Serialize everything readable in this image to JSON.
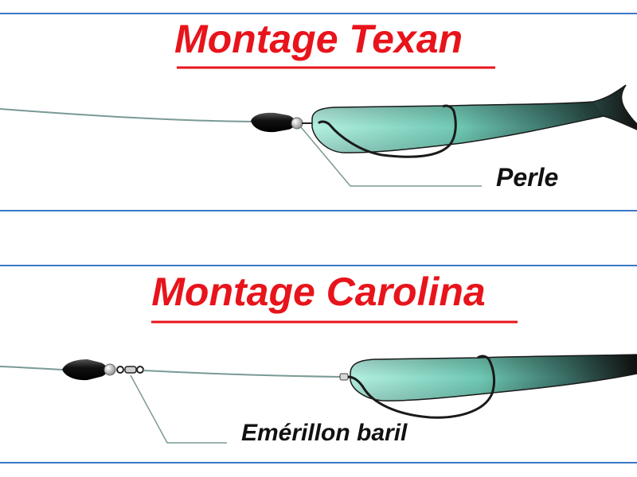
{
  "colors": {
    "title": "#e8141b",
    "underline": "#e8141b",
    "divider": "#3a78c8",
    "line": "#7a9a96",
    "lure_light": "#b4f0e2",
    "lure_dark": "#1a1a1a",
    "weight": "#111111",
    "hook": "#1a1a1a"
  },
  "rigs": [
    {
      "title": "Montage Texan",
      "label": "Perle"
    },
    {
      "title": "Montage Carolina",
      "label": "Emérillon baril"
    }
  ]
}
